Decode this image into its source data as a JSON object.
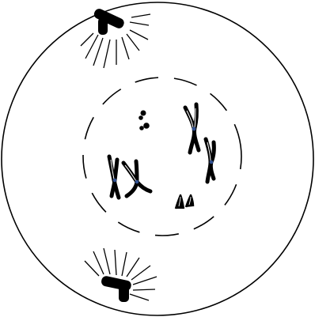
{
  "colors": {
    "background": "#ffffff",
    "outline": "#000000",
    "chromosome_fill": "#0a0a0a",
    "chromosome_highlight": "#ffffff",
    "centromere": "#2f4f8f"
  },
  "elements": {
    "cell_membrane": "circle-outline",
    "nuclear_envelope": "dashed-circle-outline",
    "centrosome_top": "centriole-pair-with-aster",
    "centrosome_bottom": "centriole-pair-with-aster",
    "nucleoli": "small-dark-dots",
    "chromosomes": "x-shaped-condensing-chromosomes"
  }
}
